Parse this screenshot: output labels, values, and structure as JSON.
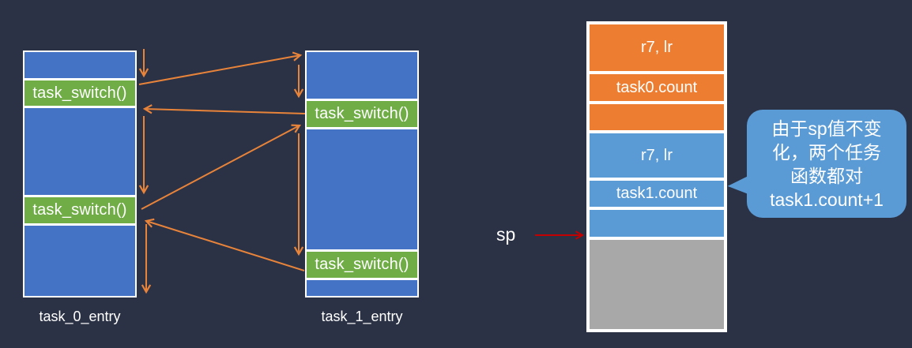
{
  "colors": {
    "background": "#2B3246",
    "task_block_blue": "#4472C4",
    "task_switch_green": "#70AD47",
    "stack_orange": "#ED7D31",
    "stack_blue": "#5B9BD5",
    "stack_gray": "#A8A8A8",
    "flow_arrow_orange": "#E8833A",
    "sp_arrow_red": "#C40000",
    "bubble_blue": "#5B9BD5"
  },
  "task0": {
    "entry_label": "task_0_entry",
    "switch_top": "task_switch()",
    "switch_bottom": "task_switch()"
  },
  "task1": {
    "entry_label": "task_1_entry",
    "switch_top": "task_switch()",
    "switch_bottom": "task_switch()"
  },
  "stack": {
    "cells": [
      {
        "label": "r7, lr",
        "color": "orange"
      },
      {
        "label": "task0.count",
        "color": "orange"
      },
      {
        "label": "",
        "color": "orange"
      },
      {
        "label": "r7, lr",
        "color": "blue"
      },
      {
        "label": "task1.count",
        "color": "blue"
      },
      {
        "label": "",
        "color": "blue"
      },
      {
        "label": "",
        "color": "gray"
      }
    ]
  },
  "sp": {
    "label": "sp"
  },
  "bubble": {
    "lines": [
      "由于sp值不变",
      "化，两个任务",
      "函数都对",
      "task1.count+1"
    ]
  }
}
